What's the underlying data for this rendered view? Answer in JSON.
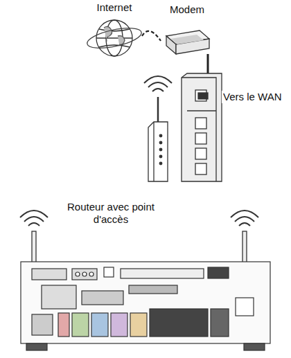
{
  "diagram": {
    "nodes": [
      {
        "text": [
          "Internet"
        ]
      },
      {
        "text": [
          "Modem"
        ]
      },
      {
        "text": [
          "Routeur avec point d'accès"
        ]
      }
    ],
    "edges": [
      {
        "from": 0,
        "to": 1,
        "arrow": "none"
      },
      {
        "from": 1,
        "to": 2,
        "arrow": "none"
      }
    ],
    "labels": [
      "Vers le WAN"
    ]
  }
}
